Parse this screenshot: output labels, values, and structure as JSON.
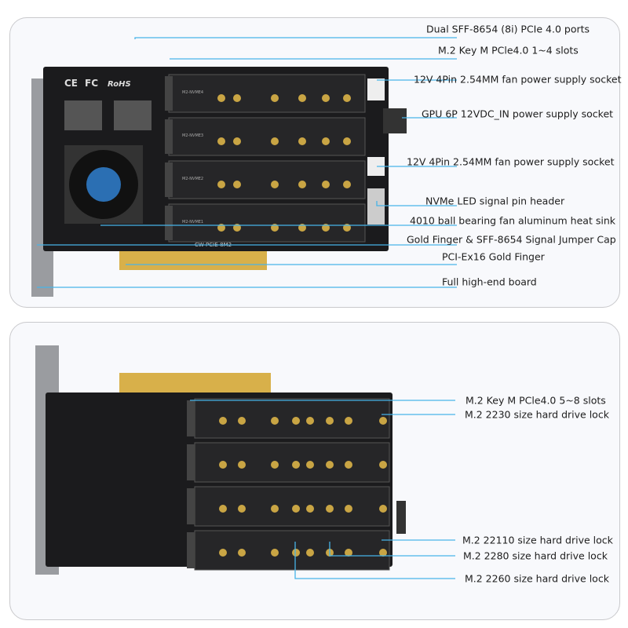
{
  "top_panel": {
    "board_marks": {
      "ce": "CE",
      "fc": "FC",
      "rohs": "RoHS",
      "model": "CW-PCIE-8M2",
      "slots": [
        "M2-NVME4",
        "M2-NVME3",
        "M2-NVME2",
        "M2-NVME1"
      ]
    },
    "labels": [
      "Dual SFF-8654 (8i) PCIe 4.0 ports",
      "M.2 Key M PCle4.0 1~4 slots",
      "12V 4Pin 2.54MM fan power supply socket",
      "GPU 6P 12VDC_IN power supply socket",
      "12V 4Pin 2.54MM fan power supply socket",
      "NVMe LED signal pin header",
      "4010 ball bearing fan aluminum heat sink",
      "Gold Finger & SFF-8654 Signal Jumper Cap",
      "PCI-Ex16 Gold Finger",
      "Full high-end board"
    ]
  },
  "bottom_panel": {
    "labels": [
      "M.2 Key M PCle4.0 5~8 slots",
      "M.2 2230 size hard drive lock",
      "M.2 22110 size hard drive lock",
      "M.2 2280 size hard drive lock",
      "M.2 2260 size hard drive lock"
    ]
  },
  "colors": {
    "callout": "#47b4e8",
    "pcb": "#1b1b1d",
    "gold": "#d8b04a"
  }
}
